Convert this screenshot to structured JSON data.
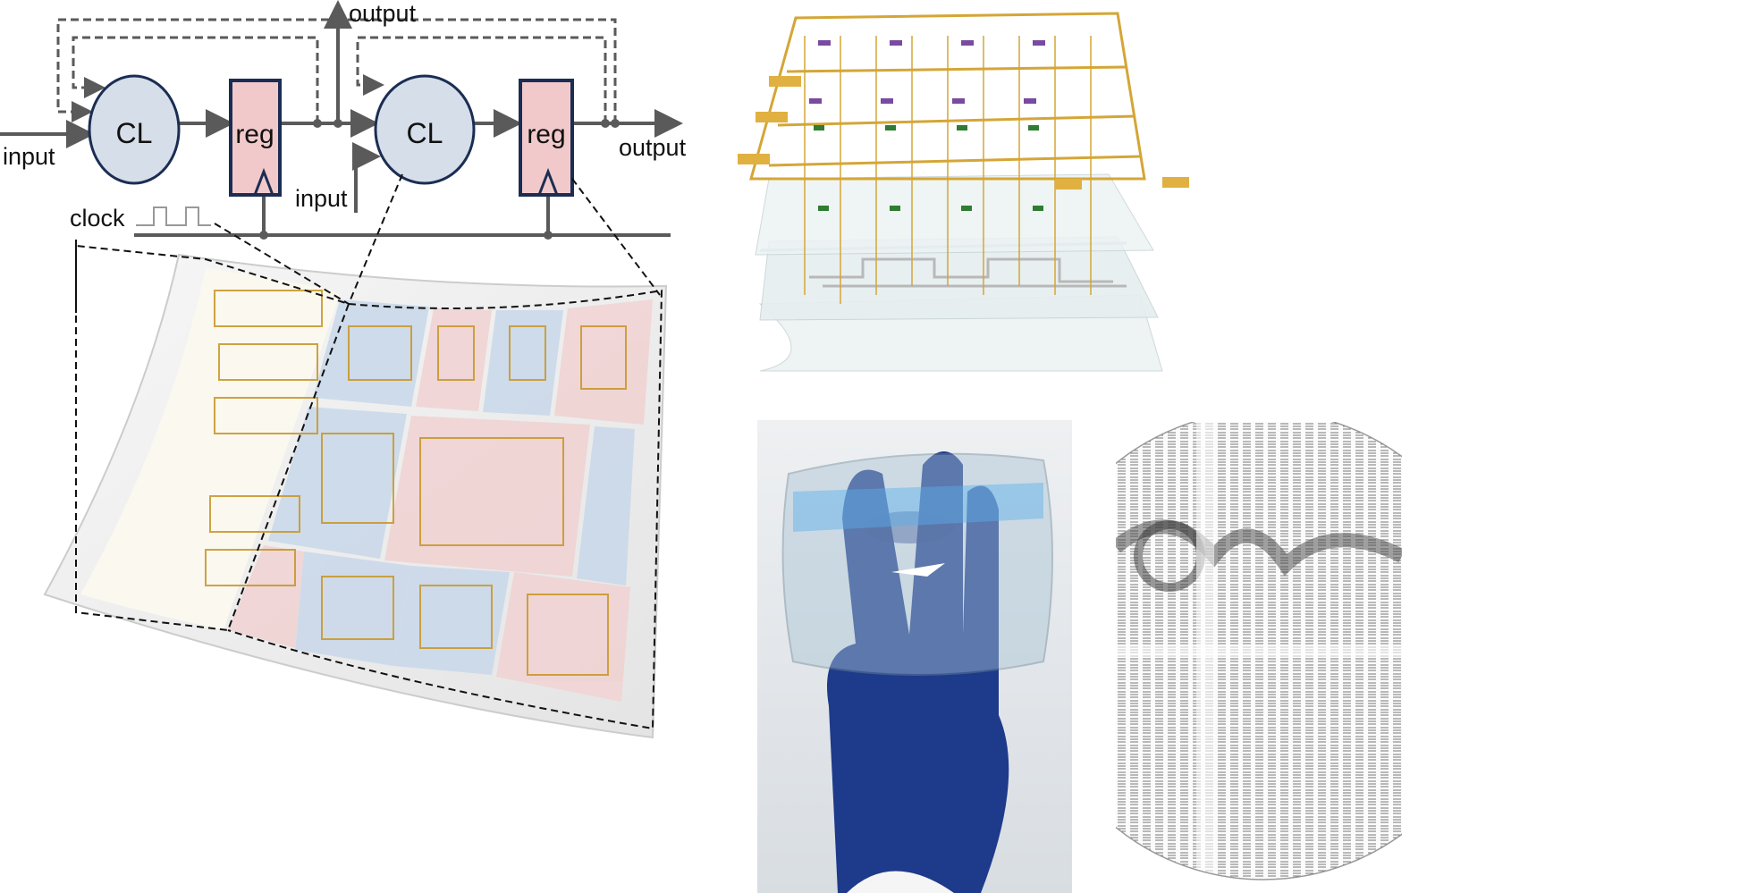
{
  "schematic": {
    "input_left": "input",
    "input_mid": "input",
    "output_top": "output",
    "output_right": "output",
    "clock": "clock",
    "cl_blocks": [
      "CL",
      "CL"
    ],
    "reg_blocks": [
      "reg",
      "reg"
    ]
  },
  "colors": {
    "line": "#5a5a5a",
    "cloud_fill": "#d6deea",
    "cloud_stroke": "#1b2d52",
    "reg_fill": "#f2c9cb",
    "gold": "#c9992e",
    "blue_region": "#c9d8ea",
    "pink_region": "#f1d2d2",
    "glove": "#1e3a8a"
  }
}
